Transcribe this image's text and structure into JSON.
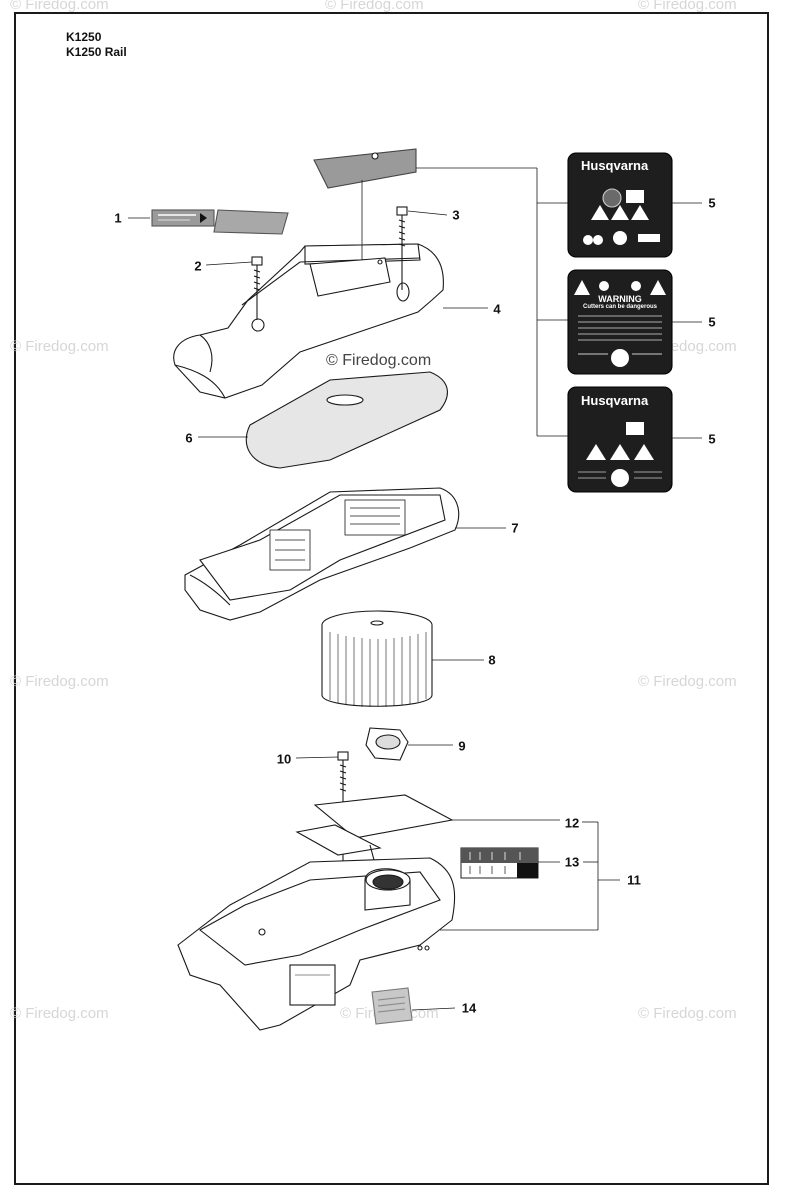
{
  "header": {
    "model_line_1": "K1250",
    "model_line_2": "K1250 Rail"
  },
  "watermark": {
    "text": "© Firedog.com",
    "center_text": "© Firedog.com"
  },
  "decal_5_top": {
    "brand": "Husqvarna"
  },
  "decal_5_mid": {
    "title": "WARNING",
    "subtitle": "Cutters can be dangerous"
  },
  "decal_5_bottom": {
    "brand": "Husqvarna"
  },
  "callouts": {
    "c1": "1",
    "c2": "2",
    "c3": "3",
    "c4": "4",
    "c5a": "5",
    "c5b": "5",
    "c5c": "5",
    "c6": "6",
    "c7": "7",
    "c8": "8",
    "c9": "9",
    "c10": "10",
    "c11": "11",
    "c12": "12",
    "c13": "13",
    "c14": "14"
  },
  "colors": {
    "line": "#1a1a1a",
    "decal_dark": "#1e1e1e",
    "gray_fill": "#9a9a9a",
    "light_fill": "#efefef"
  }
}
